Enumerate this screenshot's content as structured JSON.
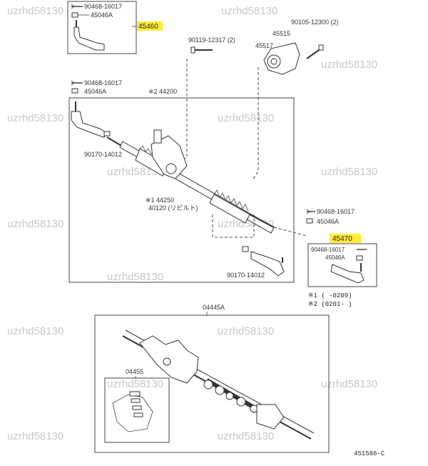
{
  "watermark": "uzrhd58130",
  "labels": {
    "top_left_bolt": "90468-16017",
    "top_left_nut": "45046A",
    "top_left_part": "45460",
    "bolt_top": "90119-12317 (2)",
    "bracket": "45515",
    "bolt_right": "90105-12300 (2)",
    "bush": "45517",
    "left_bolt": "90468-16017",
    "left_nut": "45046A",
    "rack_ref": "※2 44200",
    "left_boot": "90170-14012",
    "rack_note1": "※1 44250",
    "rack_note2": "40120 (リビルト)",
    "right_bolt": "90468-16017",
    "right_nut": "45046A",
    "right_part": "45470",
    "inner_bolt": "90468-16017",
    "inner_nut": "45046A",
    "right_boot": "90170-14012",
    "note1": "※1 (       -0209)",
    "note2": "※2 (0201-       )",
    "kit": "04445A",
    "seal_kit": "04455",
    "diagram_code": "451586-C"
  },
  "colors": {
    "highlight": "#ffeb3b",
    "watermark": "#c8c8c8"
  }
}
